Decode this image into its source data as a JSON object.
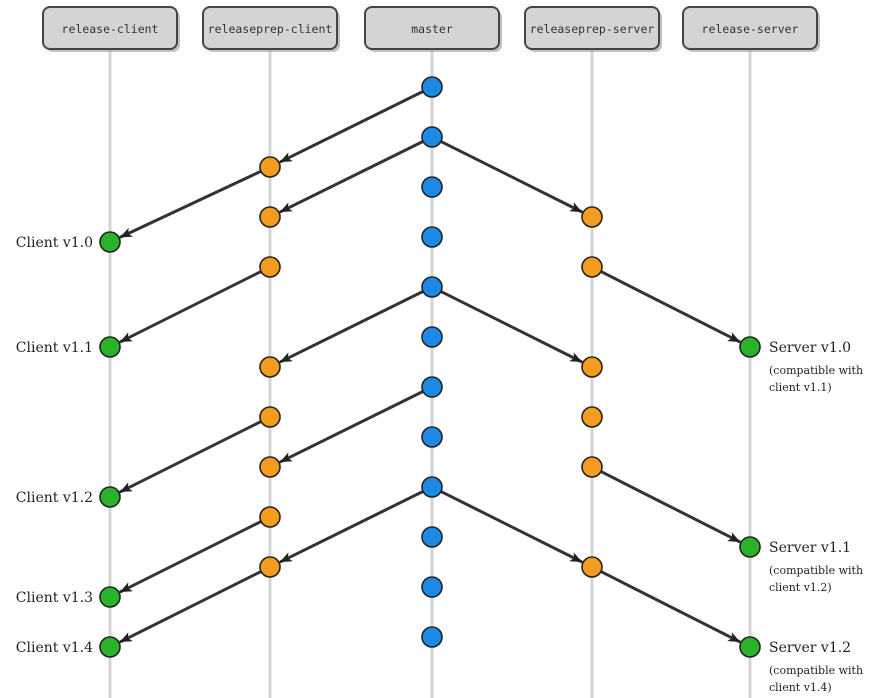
{
  "colors": {
    "commit_master": "#1e8ae6",
    "commit_prep": "#f39c1f",
    "commit_release": "#2ab32a",
    "arrow": "#333333",
    "lane": "#d5d5d5",
    "header_fill": "#d4d4d4",
    "header_stroke": "#444444"
  },
  "branches": [
    {
      "id": "release-client",
      "label": "release-client"
    },
    {
      "id": "releaseprep-client",
      "label": "releaseprep-client"
    },
    {
      "id": "master",
      "label": "master"
    },
    {
      "id": "releaseprep-server",
      "label": "releaseprep-server"
    },
    {
      "id": "release-server",
      "label": "release-server"
    }
  ],
  "commits": [
    {
      "id": "m1",
      "branch": "master",
      "row": 1
    },
    {
      "id": "m2",
      "branch": "master",
      "row": 2
    },
    {
      "id": "m3",
      "branch": "master",
      "row": 3
    },
    {
      "id": "m4",
      "branch": "master",
      "row": 4
    },
    {
      "id": "m5",
      "branch": "master",
      "row": 5
    },
    {
      "id": "m6",
      "branch": "master",
      "row": 6
    },
    {
      "id": "m7",
      "branch": "master",
      "row": 7
    },
    {
      "id": "m8",
      "branch": "master",
      "row": 8
    },
    {
      "id": "m9",
      "branch": "master",
      "row": 9
    },
    {
      "id": "m10",
      "branch": "master",
      "row": 10
    },
    {
      "id": "m11",
      "branch": "master",
      "row": 11
    },
    {
      "id": "m12",
      "branch": "master",
      "row": 12
    },
    {
      "id": "pc1",
      "branch": "releaseprep-client",
      "row": 2.6
    },
    {
      "id": "pc2",
      "branch": "releaseprep-client",
      "row": 3.6
    },
    {
      "id": "pc3",
      "branch": "releaseprep-client",
      "row": 4.6
    },
    {
      "id": "pc4",
      "branch": "releaseprep-client",
      "row": 6.6
    },
    {
      "id": "pc5",
      "branch": "releaseprep-client",
      "row": 7.6
    },
    {
      "id": "pc6",
      "branch": "releaseprep-client",
      "row": 8.6
    },
    {
      "id": "pc7",
      "branch": "releaseprep-client",
      "row": 9.6
    },
    {
      "id": "pc8",
      "branch": "releaseprep-client",
      "row": 10.6
    },
    {
      "id": "ps1",
      "branch": "releaseprep-server",
      "row": 3.6
    },
    {
      "id": "ps2",
      "branch": "releaseprep-server",
      "row": 4.6
    },
    {
      "id": "ps3",
      "branch": "releaseprep-server",
      "row": 6.6
    },
    {
      "id": "ps4",
      "branch": "releaseprep-server",
      "row": 7.6
    },
    {
      "id": "ps5",
      "branch": "releaseprep-server",
      "row": 8.6
    },
    {
      "id": "ps6",
      "branch": "releaseprep-server",
      "row": 10.6
    },
    {
      "id": "rc1",
      "branch": "release-client",
      "row": 4.1,
      "tag": "Client v1.0"
    },
    {
      "id": "rc2",
      "branch": "release-client",
      "row": 6.2,
      "tag": "Client v1.1"
    },
    {
      "id": "rc3",
      "branch": "release-client",
      "row": 9.2,
      "tag": "Client v1.2"
    },
    {
      "id": "rc4",
      "branch": "release-client",
      "row": 11.2,
      "tag": "Client v1.3"
    },
    {
      "id": "rc5",
      "branch": "release-client",
      "row": 12.2,
      "tag": "Client v1.4"
    },
    {
      "id": "rs1",
      "branch": "release-server",
      "row": 6.2,
      "tag": "Server v1.0",
      "note": [
        "(compatible with",
        "client v1.1)"
      ]
    },
    {
      "id": "rs2",
      "branch": "release-server",
      "row": 10.2,
      "tag": "Server v1.1",
      "note": [
        "(compatible with",
        "client v1.2)"
      ]
    },
    {
      "id": "rs3",
      "branch": "release-server",
      "row": 12.2,
      "tag": "Server v1.2",
      "note": [
        "(compatible with",
        "client v1.4)"
      ]
    }
  ],
  "merges": [
    {
      "from": "m1",
      "to": "pc1"
    },
    {
      "from": "m2",
      "to": "pc2"
    },
    {
      "from": "m2",
      "to": "ps1"
    },
    {
      "from": "pc1",
      "to": "rc1"
    },
    {
      "from": "pc3",
      "to": "rc2"
    },
    {
      "from": "ps2",
      "to": "rs1"
    },
    {
      "from": "m5",
      "to": "pc4"
    },
    {
      "from": "m5",
      "to": "ps3"
    },
    {
      "from": "m7",
      "to": "pc6"
    },
    {
      "from": "pc5",
      "to": "rc3"
    },
    {
      "from": "ps5",
      "to": "rs2"
    },
    {
      "from": "m9",
      "to": "pc8"
    },
    {
      "from": "m9",
      "to": "ps6"
    },
    {
      "from": "pc7",
      "to": "rc4"
    },
    {
      "from": "pc8",
      "to": "rc5"
    },
    {
      "from": "ps6",
      "to": "rs3"
    }
  ]
}
